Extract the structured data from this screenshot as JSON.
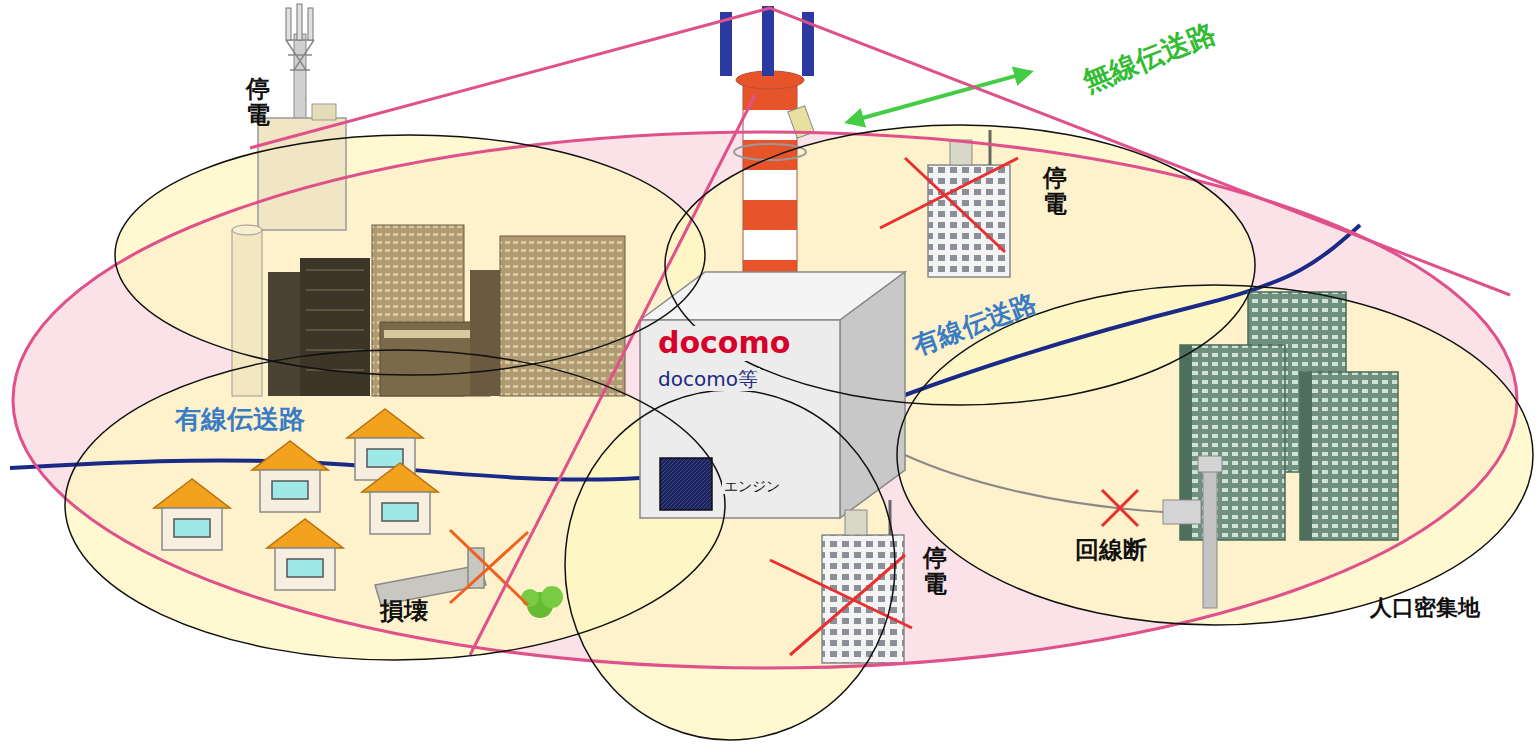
{
  "diagram": {
    "nodes": [
      {
        "text": [
          "docomo",
          "docomo等",
          "エンジン"
        ]
      }
    ],
    "labels": [
      "停電",
      "無線伝送路",
      "停電",
      "有線伝送路",
      "有線伝送路",
      "回線断",
      "停電",
      "損壊",
      "人口密集地"
    ]
  }
}
